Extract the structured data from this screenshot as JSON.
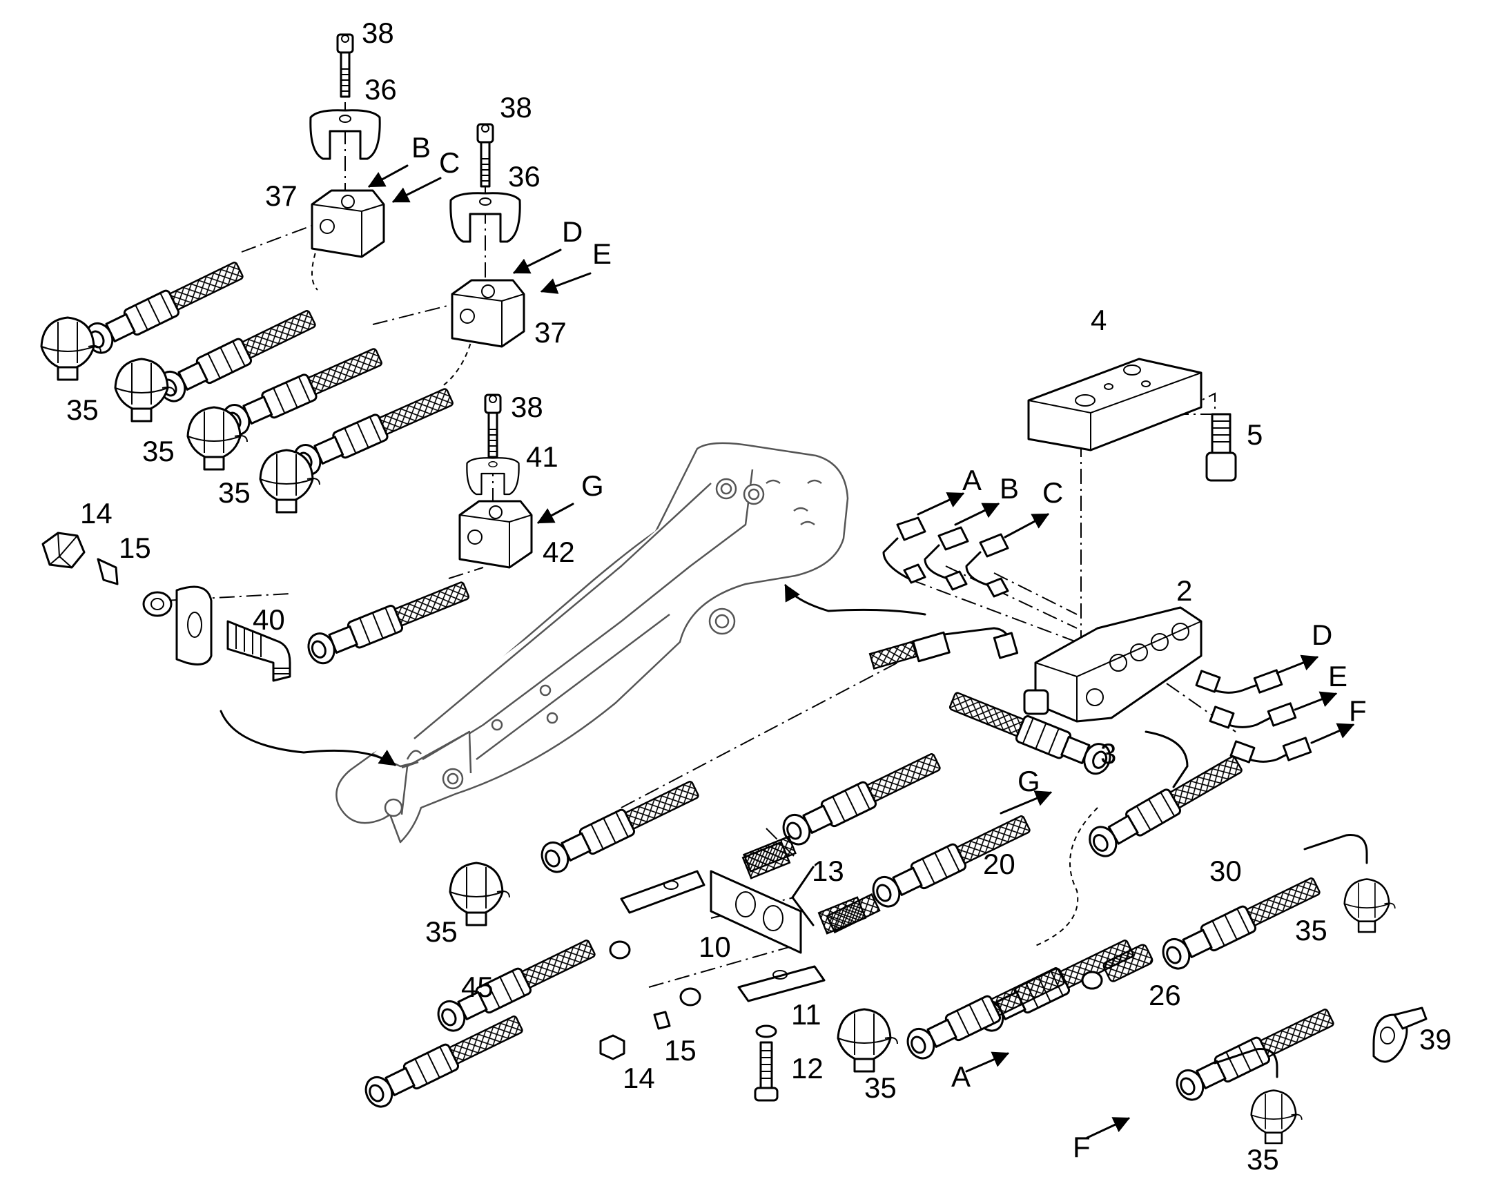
{
  "figure": {
    "part_callouts": [
      "38",
      "36",
      "37",
      "35",
      "38",
      "36",
      "37",
      "35",
      "35",
      "38",
      "41",
      "42",
      "14",
      "15",
      "40",
      "4",
      "5",
      "2",
      "3",
      "13",
      "20",
      "10",
      "11",
      "12",
      "14",
      "15",
      "45",
      "35",
      "30",
      "26",
      "35",
      "35",
      "39",
      "35"
    ],
    "connection_letters": [
      "B",
      "C",
      "D",
      "E",
      "G",
      "A",
      "B",
      "C",
      "D",
      "E",
      "F",
      "G",
      "A",
      "F"
    ]
  }
}
